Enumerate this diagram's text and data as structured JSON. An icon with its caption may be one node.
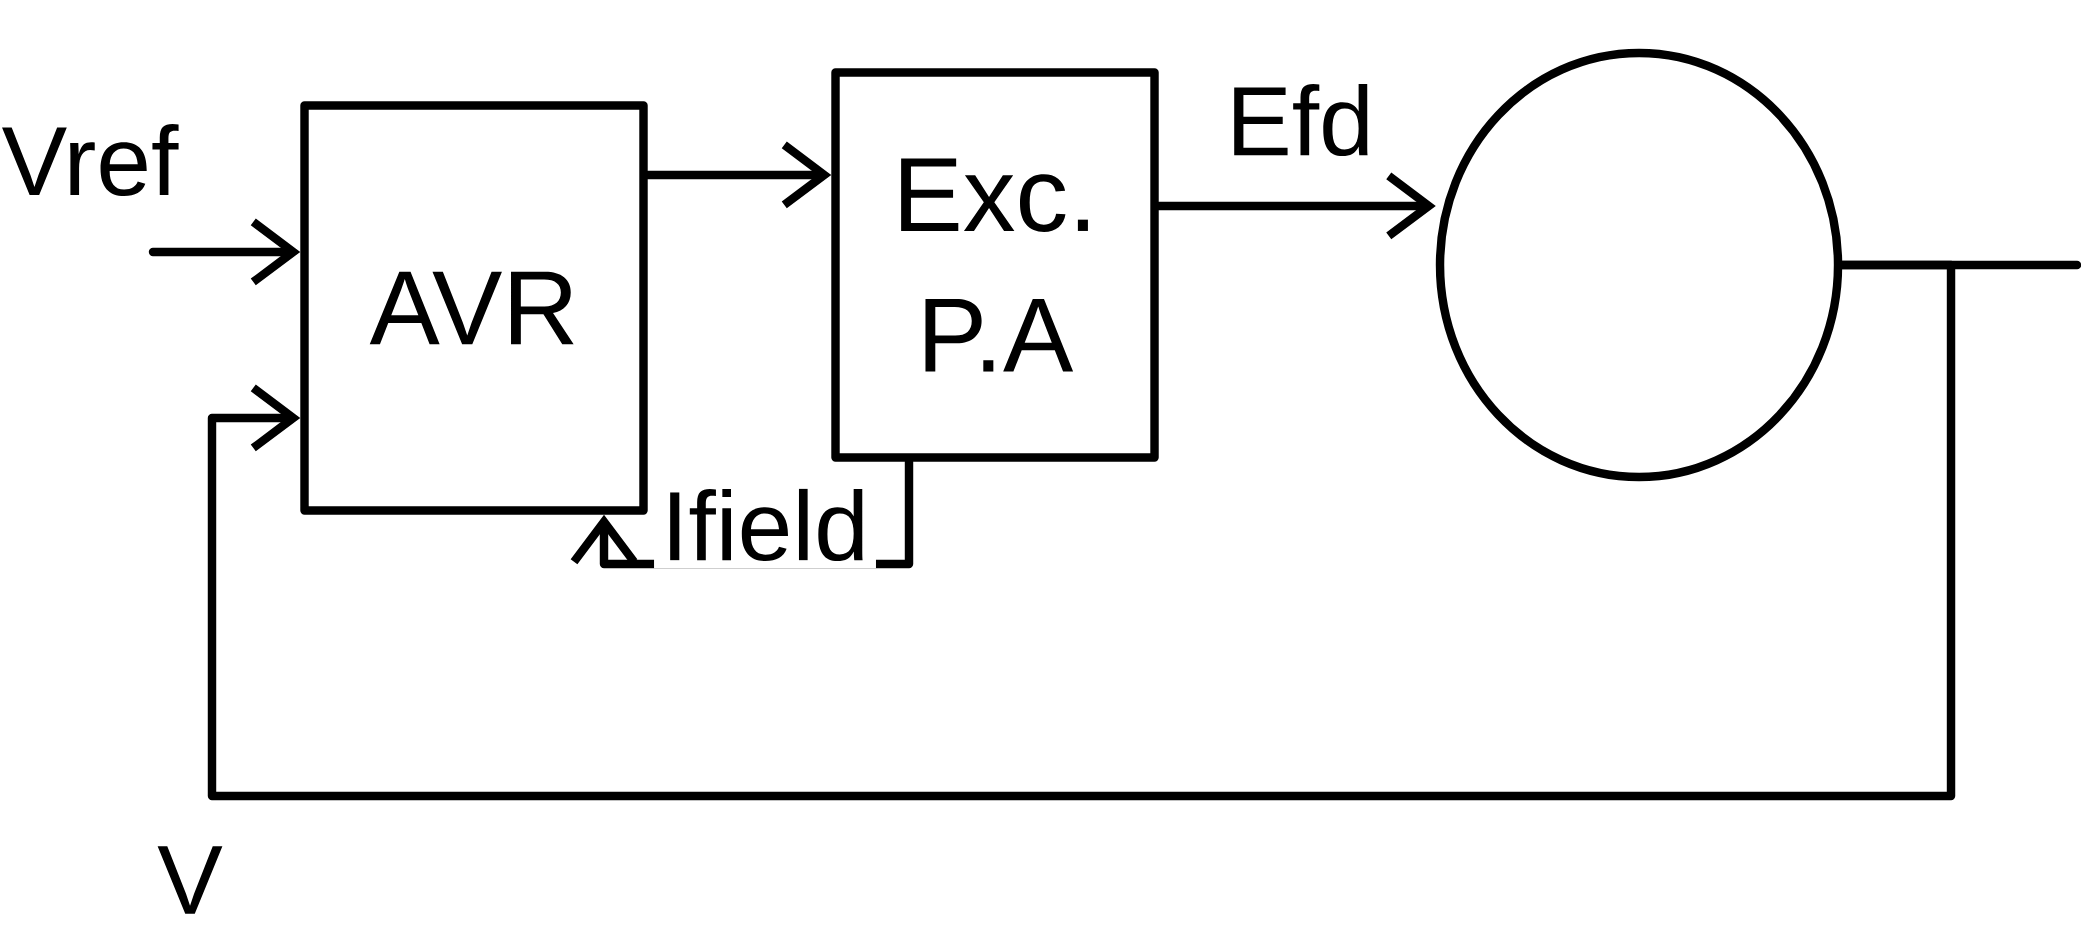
{
  "diagram": {
    "nodes": [
      {
        "text": [
          "AVR"
        ]
      },
      {
        "text": [
          "Exc. P.A"
        ]
      },
      {
        "text": [],
        "shape": "circle"
      }
    ],
    "edges": [
      {
        "from": null,
        "to": 0,
        "arrow": "to",
        "label": "Vref"
      },
      {
        "from": 0,
        "to": 1,
        "arrow": "to"
      },
      {
        "from": 1,
        "to": 2,
        "arrow": "to",
        "label": "Efd"
      },
      {
        "from": 1,
        "to": 0,
        "arrow": "to",
        "label": "Ifield"
      },
      {
        "from": 2,
        "to": null,
        "arrow": "none"
      },
      {
        "from": 2,
        "to": 0,
        "arrow": "to",
        "label": "V"
      }
    ]
  }
}
